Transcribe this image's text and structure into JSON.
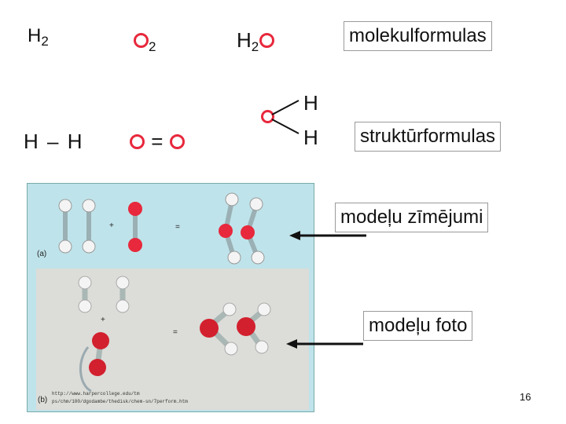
{
  "formulas": {
    "h2": {
      "base": "H",
      "sub": "2"
    },
    "o2": {
      "sub": "2"
    },
    "h2o": {
      "base": "H",
      "sub": "2"
    },
    "hh_structure": {
      "left": "H",
      "bond": "–",
      "right": "H"
    },
    "oo_structure": {
      "bond": "="
    },
    "water_structure": {
      "h_top": "H",
      "h_bottom": "H"
    }
  },
  "labels": {
    "molekulformulas": "molekulformulas",
    "strukturformulas": "struktūrformulas",
    "modelu_zimejumi": "modeļu zīmējumi",
    "modelu_foto": "modeļu foto"
  },
  "figure": {
    "caption_a": "(a)",
    "caption_b": "(b)",
    "plus": "+",
    "equals": "=",
    "source_line1": "http://www.harpercollege.edu/tm",
    "source_line2": "ps/chm/100/dgodambe/thedisk/chem-sn/7perform.htm"
  },
  "page_number": "16",
  "colors": {
    "oxygen": "#e8283c",
    "hydrogen": "#f4f4f4",
    "bond": "#9ab0b4",
    "panel": "#bfe3ea"
  }
}
